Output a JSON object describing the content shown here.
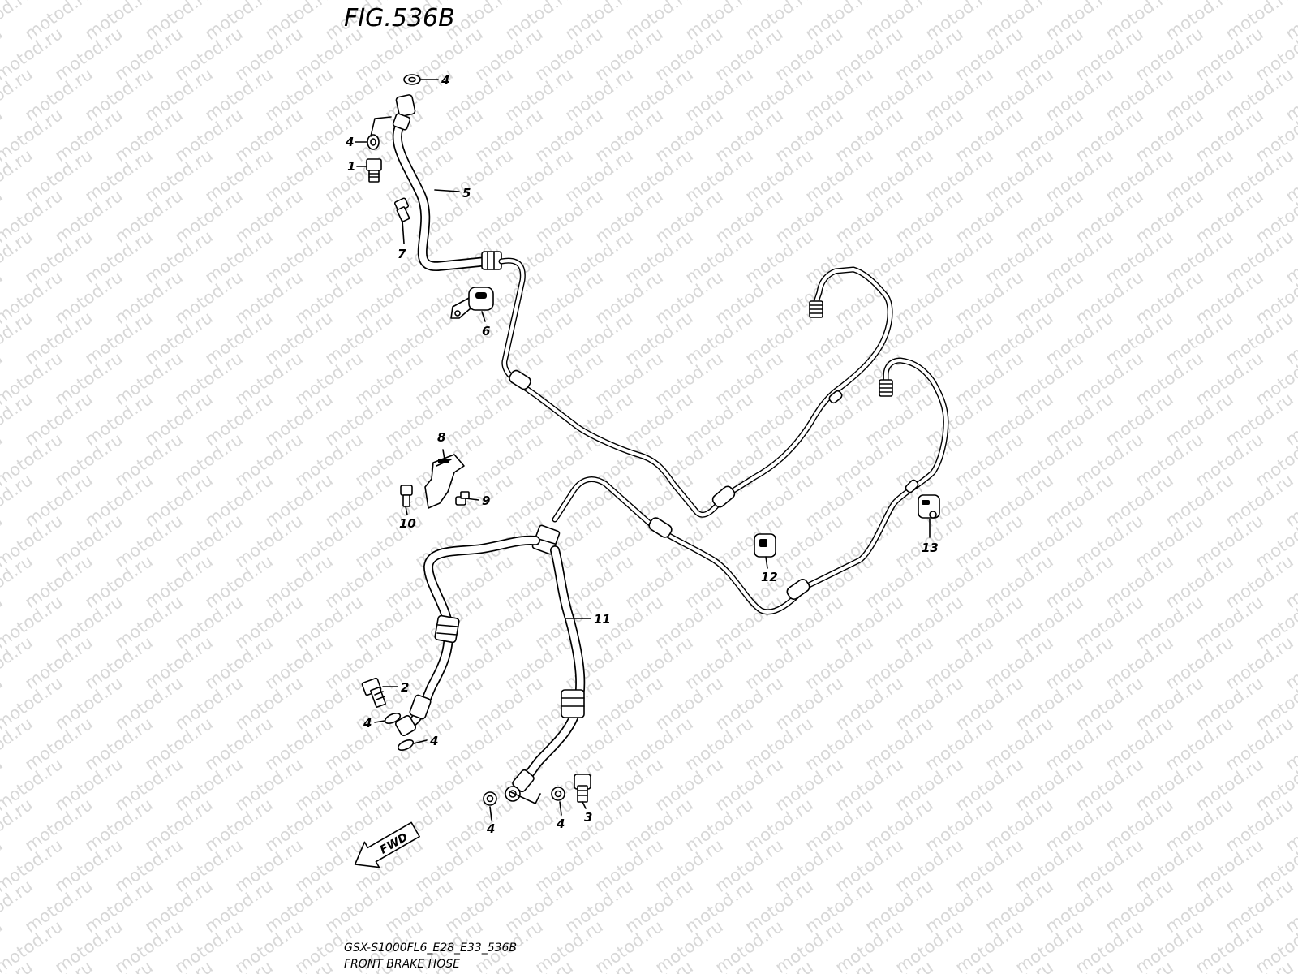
{
  "figure": {
    "title": "FIG.536B",
    "caption_code": "GSX-S1000FL6_E28_E33_536B",
    "caption_name": "FRONT BRAKE HOSE",
    "direction_label": "FWD",
    "watermark": "motod.ru"
  },
  "callouts": [
    {
      "id": "c4a",
      "label": "4"
    },
    {
      "id": "c4b",
      "label": "4"
    },
    {
      "id": "c1",
      "label": "1"
    },
    {
      "id": "c5",
      "label": "5"
    },
    {
      "id": "c7",
      "label": "7"
    },
    {
      "id": "c6",
      "label": "6"
    },
    {
      "id": "c8",
      "label": "8"
    },
    {
      "id": "c9",
      "label": "9"
    },
    {
      "id": "c10",
      "label": "10"
    },
    {
      "id": "c11",
      "label": "11"
    },
    {
      "id": "c2",
      "label": "2"
    },
    {
      "id": "c4c",
      "label": "4"
    },
    {
      "id": "c4d",
      "label": "4"
    },
    {
      "id": "c4e",
      "label": "4"
    },
    {
      "id": "c4f",
      "label": "4"
    },
    {
      "id": "c3",
      "label": "3"
    },
    {
      "id": "c12",
      "label": "12"
    },
    {
      "id": "c13",
      "label": "13"
    }
  ]
}
